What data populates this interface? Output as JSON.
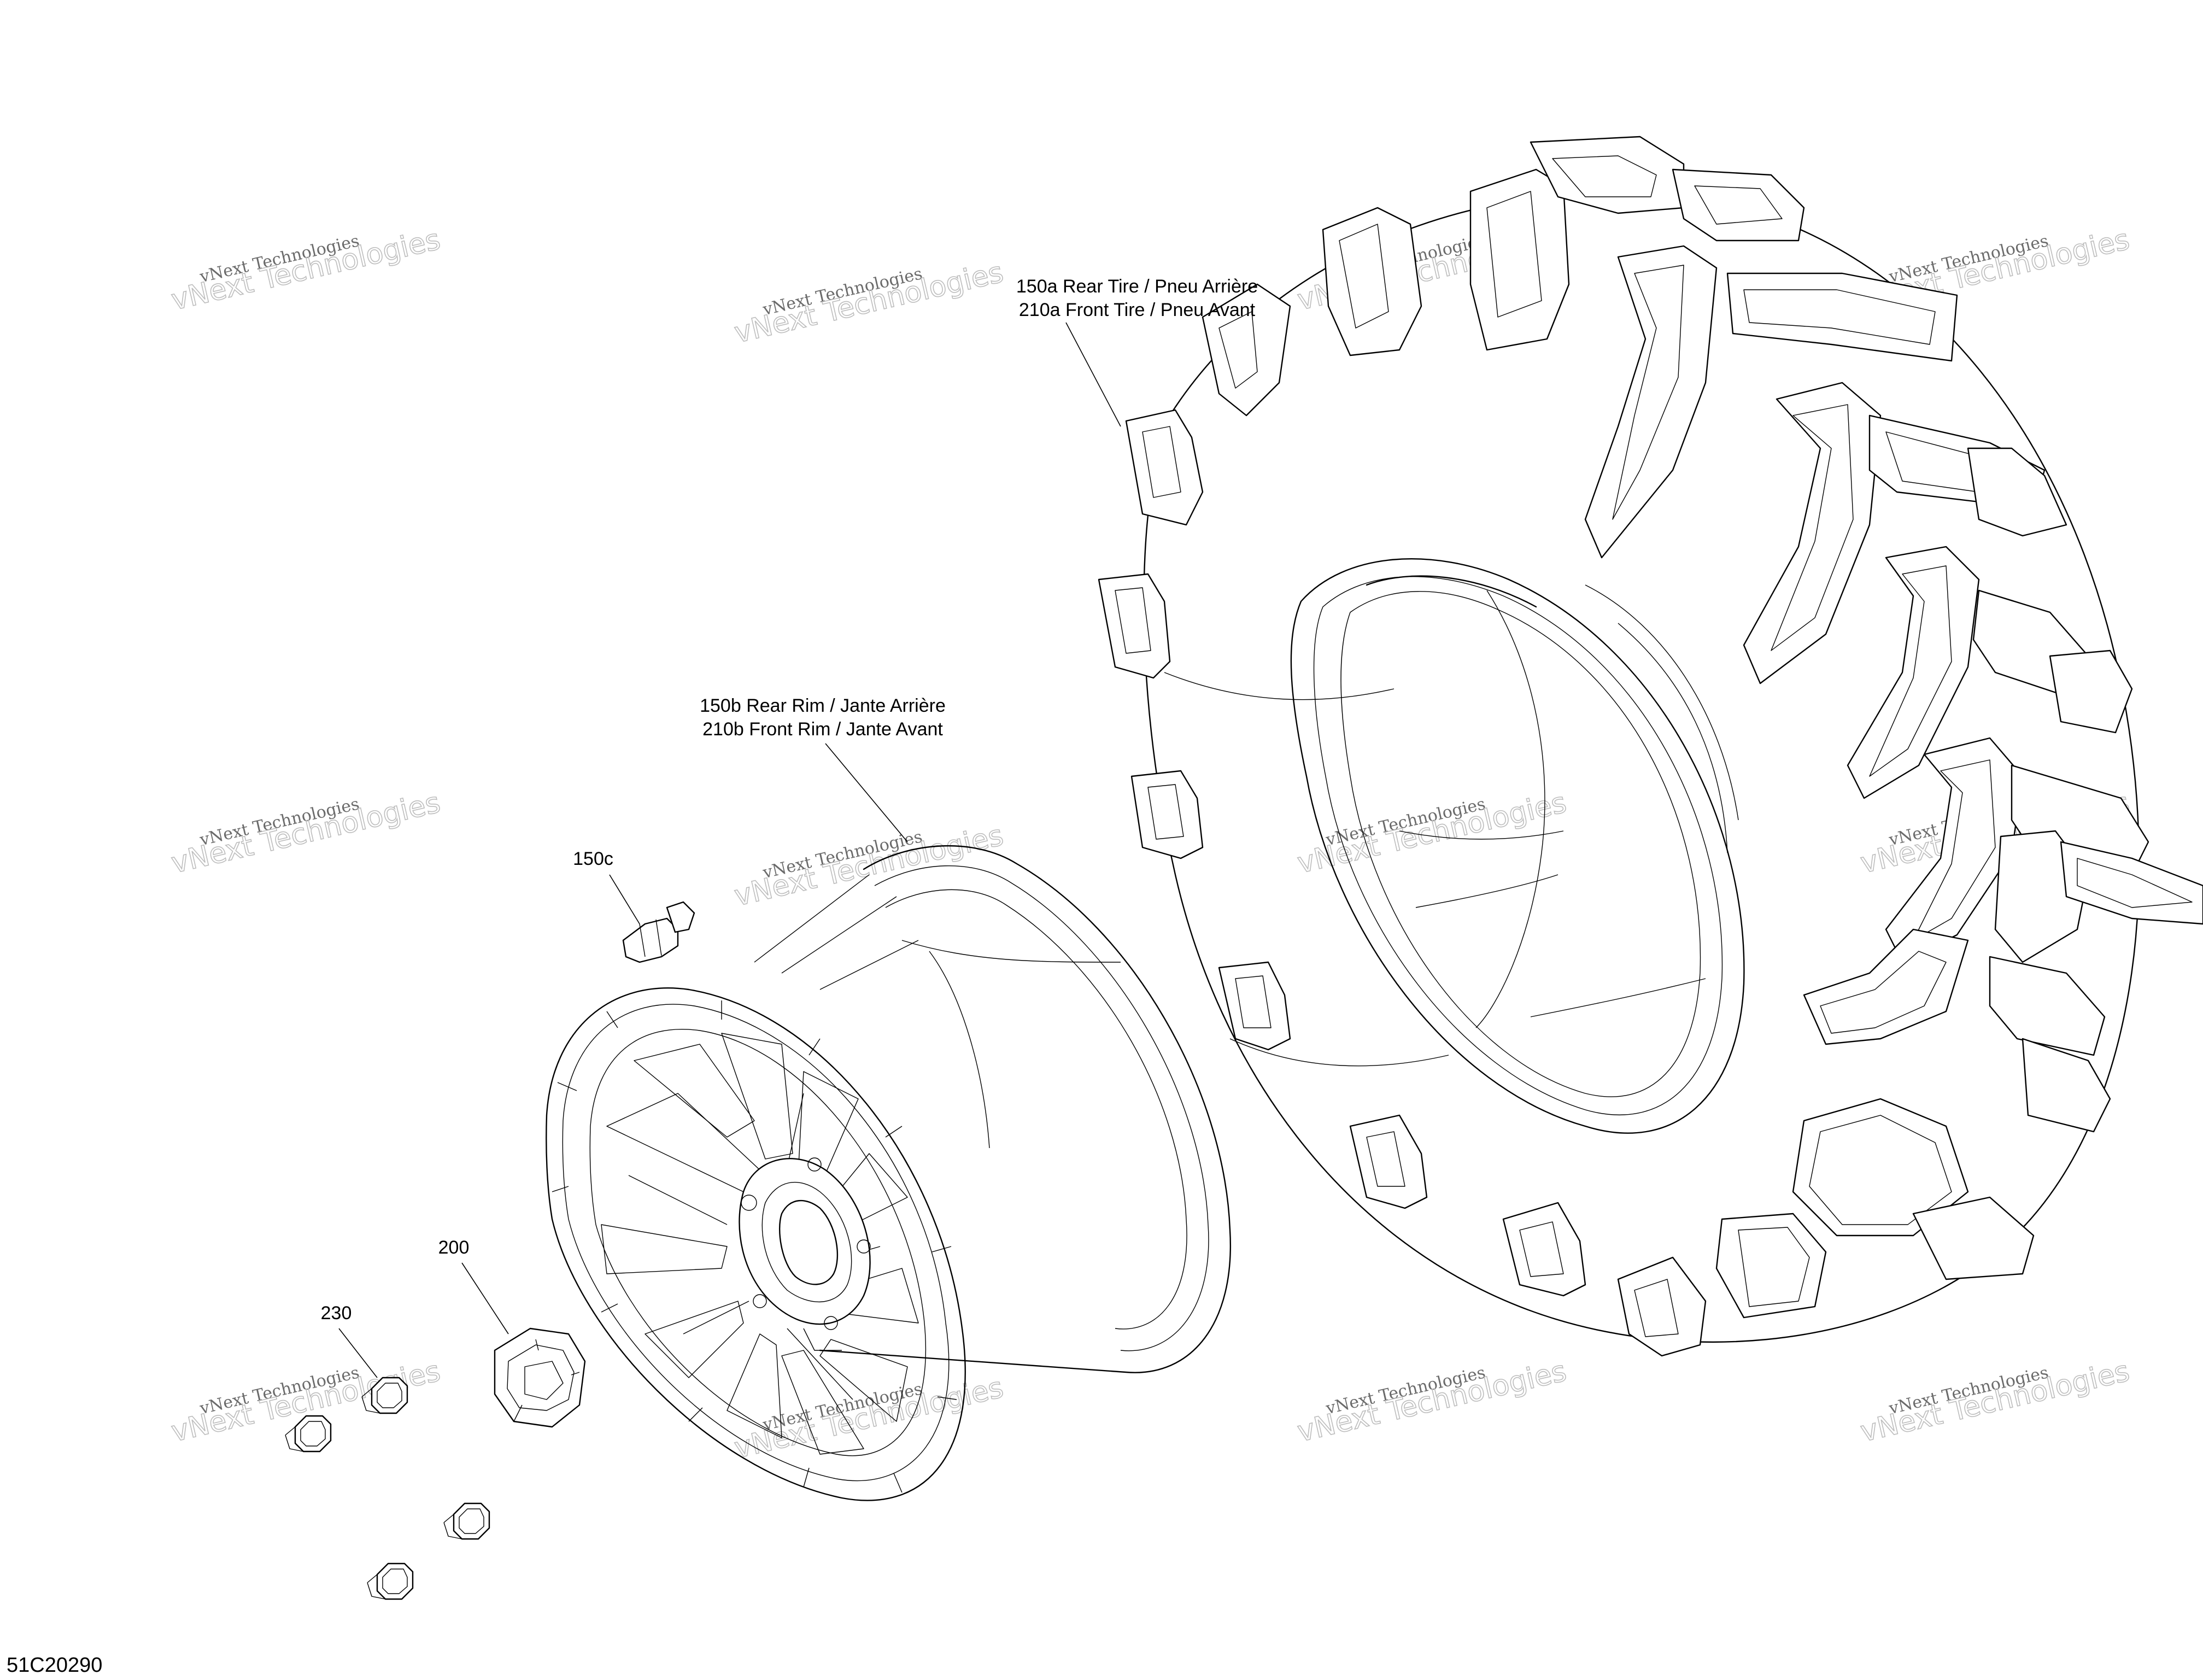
{
  "diagram_id": "51C20290",
  "watermark": {
    "line1": "vNext Technologies",
    "line2": "vNext Technologies"
  },
  "callouts": {
    "tire_rear": "150a Rear Tire / Pneu Arrière",
    "tire_front": "210a Front Tire / Pneu Avant",
    "rim_rear": "150b Rear Rim / Jante Arrière",
    "rim_front": "210b Front Rim / Jante Avant",
    "valve": "150c",
    "hub_cap": "200",
    "nuts": "230"
  },
  "colors": {
    "line": "#000000",
    "background": "#ffffff",
    "watermark": "#bdbdbd"
  }
}
